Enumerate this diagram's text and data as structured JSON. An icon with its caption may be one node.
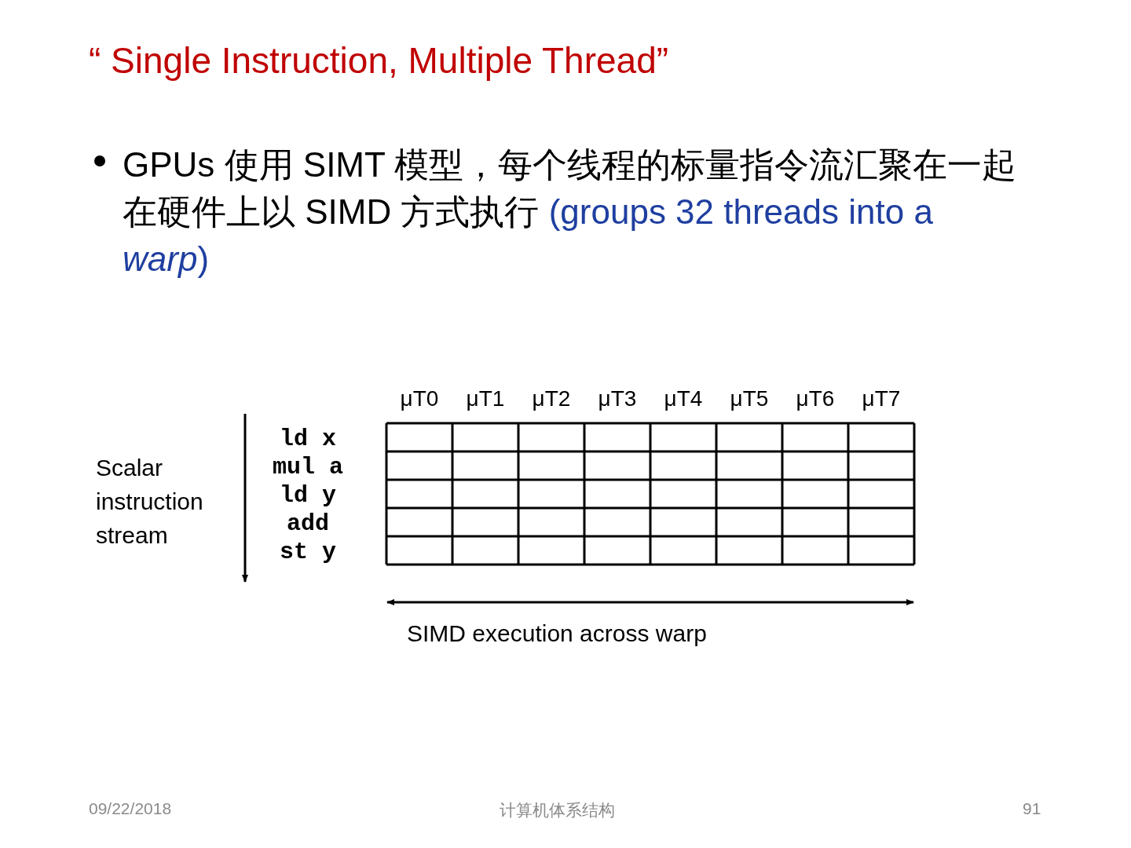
{
  "diagram": {
    "title": "“ Single Instruction, Multiple Thread”",
    "labels": [
      "GPUs  使用  SIMT 模型，每个线程的标量指令流汇聚在一起在硬件上以 SIMD 方式执行",
      "(groups 32 threads into a *warp*)",
      "μT0",
      "μT1",
      "μT2",
      "μT3",
      "μT4",
      "μT5",
      "μT6",
      "μT7",
      "Scalar instruction stream",
      "ld x",
      "mul a",
      "ld y",
      "add",
      "st y",
      "SIMD execution across warp",
      "09/22/2018",
      "计算机体系结构",
      "91"
    ]
  }
}
